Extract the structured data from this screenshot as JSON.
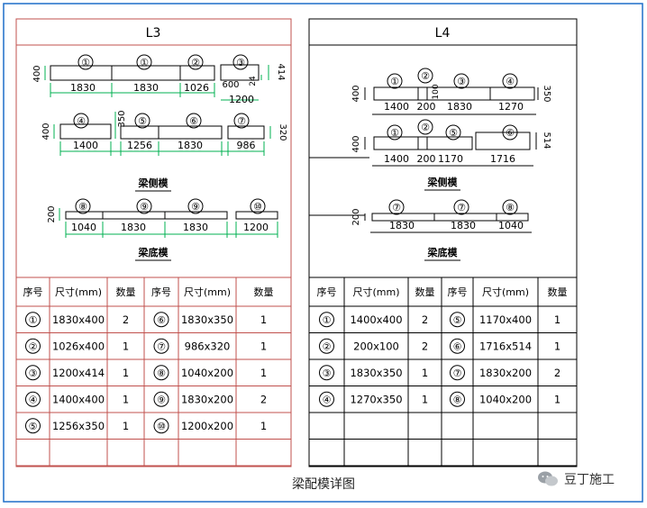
{
  "caption": "梁配模详图",
  "watermark": "豆丁施工",
  "colors": {
    "l3_frame": "#c0504d",
    "l4_frame": "#000000",
    "dimension": "#00b050",
    "outer_border": "#1f6fc9"
  },
  "icons": [
    "wechat-logo-icon"
  ],
  "l3": {
    "title": "L3",
    "side_label": "梁侧模",
    "bottom_label": "梁底模",
    "side_row1": {
      "height": "400",
      "panels": [
        {
          "no": "①",
          "dim": "1830"
        },
        {
          "no": "①",
          "dim": "1830"
        },
        {
          "no": "②",
          "dim": "1026"
        },
        {
          "no": "③",
          "dim": "1200"
        }
      ],
      "extra": [
        "600",
        "24",
        "414"
      ]
    },
    "side_row2": {
      "height": "400",
      "panels": [
        {
          "no": "④",
          "dim": "1400"
        },
        {
          "no": "⑤",
          "dim": "1256"
        },
        {
          "no": "⑥",
          "dim": "1830"
        },
        {
          "no": "⑦",
          "dim": "986"
        }
      ],
      "extra": [
        "350",
        "320"
      ]
    },
    "bottom_row": {
      "height": "200",
      "panels": [
        {
          "no": "⑧",
          "dim": "1040"
        },
        {
          "no": "⑨",
          "dim": "1830"
        },
        {
          "no": "⑨",
          "dim": "1830"
        },
        {
          "no": "⑩",
          "dim": "1200"
        }
      ]
    },
    "table": {
      "headers": [
        "序号",
        "尺寸(mm)",
        "数量",
        "序号",
        "尺寸(mm)",
        "数量"
      ],
      "rows": [
        [
          "①",
          "1830x400",
          "2",
          "⑥",
          "1830x350",
          "1"
        ],
        [
          "②",
          "1026x400",
          "1",
          "⑦",
          "986x320",
          "1"
        ],
        [
          "③",
          "1200x414",
          "1",
          "⑧",
          "1040x200",
          "1"
        ],
        [
          "④",
          "1400x400",
          "1",
          "⑨",
          "1830x200",
          "2"
        ],
        [
          "⑤",
          "1256x350",
          "1",
          "⑩",
          "1200x200",
          "1"
        ],
        [
          "",
          "",
          "",
          "",
          "",
          ""
        ]
      ]
    }
  },
  "l4": {
    "title": "L4",
    "side_label": "梁侧模",
    "bottom_label": "梁底模",
    "side_row1": {
      "height": "400",
      "panels": [
        {
          "no": "①",
          "dim": "1400"
        },
        {
          "no": "②",
          "dim": "200"
        },
        {
          "no": "③",
          "dim": "1830"
        },
        {
          "no": "④",
          "dim": "1270"
        }
      ],
      "extra": [
        "100",
        "350"
      ]
    },
    "side_row2": {
      "height": "400",
      "panels": [
        {
          "no": "①",
          "dim": "1400"
        },
        {
          "no": "②",
          "dim": "200"
        },
        {
          "no": "⑤",
          "dim": "1170"
        },
        {
          "no": "⑥",
          "dim": "1716"
        }
      ],
      "extra": [
        "514"
      ]
    },
    "bottom_row": {
      "height": "200",
      "panels": [
        {
          "no": "⑦",
          "dim": "1830"
        },
        {
          "no": "⑦",
          "dim": "1830"
        },
        {
          "no": "⑧",
          "dim": "1040"
        }
      ]
    },
    "table": {
      "headers": [
        "序号",
        "尺寸(mm)",
        "数量",
        "序号",
        "尺寸(mm)",
        "数量"
      ],
      "rows": [
        [
          "①",
          "1400x400",
          "2",
          "⑤",
          "1170x400",
          "1"
        ],
        [
          "②",
          "200x100",
          "2",
          "⑥",
          "1716x514",
          "1"
        ],
        [
          "③",
          "1830x350",
          "1",
          "⑦",
          "1830x200",
          "2"
        ],
        [
          "④",
          "1270x350",
          "1",
          "⑧",
          "1040x200",
          "1"
        ],
        [
          "",
          "",
          "",
          "",
          "",
          ""
        ],
        [
          "",
          "",
          "",
          "",
          "",
          ""
        ]
      ]
    }
  }
}
